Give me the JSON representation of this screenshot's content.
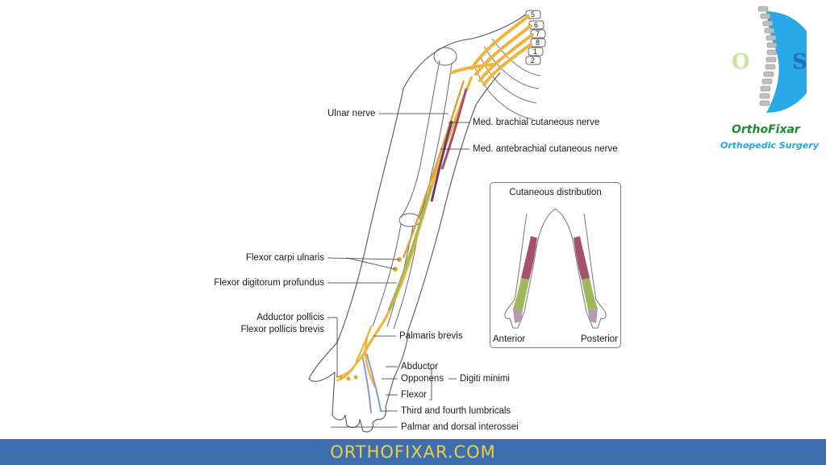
{
  "labels": {
    "ulnar_nerve": "Ulnar nerve",
    "med_brachial": "Med. brachial cutaneous nerve",
    "med_antebrachial": "Med. antebrachial cutaneous nerve",
    "flexor_carpi_ulnaris": "Flexor carpi ulnaris",
    "flexor_digitorum_profundus": "Flexor digitorum profundus",
    "adductor_pollicis": "Adductor pollicis",
    "flexor_pollicis_brevis": "Flexor pollicis brevis",
    "palmaris_brevis": "Palmaris brevis",
    "abductor": "Abductor",
    "opponens": "Opponens",
    "flexor": "Flexor",
    "digiti_minimi": "Digiti minimi",
    "third_fourth_lumbricals": "Third and fourth lumbricals",
    "palmar_dorsal_interossei": "Palmar and dorsal interossei"
  },
  "root_numbers": [
    "5",
    "6",
    "7",
    "8",
    "1",
    "2"
  ],
  "inset": {
    "title": "Cutaneous distribution",
    "anterior": "Anterior",
    "posterior": "Posterior"
  },
  "logo": {
    "letter_left": "O",
    "letter_right": "S",
    "name": "OrthoFixar",
    "tagline": "Orthopedic Surgery"
  },
  "footer": {
    "text": "ORTHOFIXAR.COM"
  },
  "colors": {
    "nerve": "#f0b43c",
    "brachial_zone": "#a4506e",
    "antebrachial_zone": "#9fb85a",
    "hand_zone": "#b89ab0",
    "logo_green": "#7cc242",
    "logo_blue": "#29a9e8",
    "footer_bg": "#3d6fb0",
    "footer_text": "#f2cf3a"
  }
}
